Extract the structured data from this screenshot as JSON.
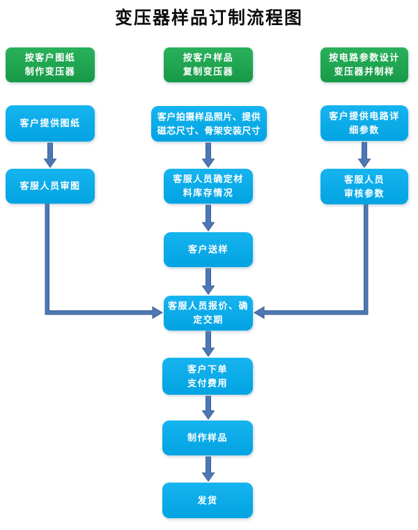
{
  "title": "变压器样品订制流程图",
  "colors": {
    "start_green": "#1ea551",
    "process_blue": "#07ace7",
    "arrow_fill": "#4d78b4",
    "arrow_stroke": "#3a5e94",
    "box_text": "#ffffff",
    "title_text": "#0d0d0d",
    "background": "#ffffff"
  },
  "flow": {
    "col_left": {
      "start": "按客户图纸\n制作变压器",
      "step1": "客户提供图纸",
      "step2": "客服人员审图"
    },
    "col_mid": {
      "start": "按客户样品\n复制变压器",
      "step1": "客户拍摄样品照片、提供\n磁芯尺寸、骨架安装尺寸",
      "step2": "客服人员确定材\n料库存情况"
    },
    "col_right": {
      "start": "按电路参数设计\n变压器并制样",
      "step1": "客户提供电路详\n细参数",
      "step2": "客服人员\n审核参数"
    },
    "merged": {
      "send_sample": "客户送样",
      "quote": "客服人员报价、确\n定交期",
      "order": "客户下单\n支付费用",
      "make_sample": "制作样品",
      "ship": "发货"
    }
  }
}
